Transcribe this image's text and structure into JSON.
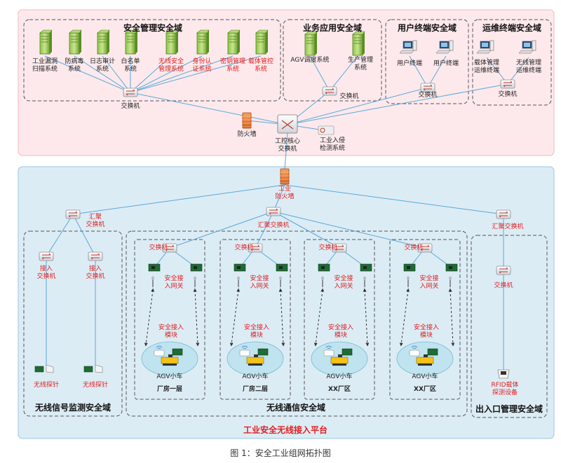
{
  "colors": {
    "top_zone_fill": "#fde9ec",
    "bottom_zone_fill": "#dcecf5",
    "red_text": "#e02020",
    "line": "#5aa8d8"
  },
  "top": {
    "domain1": {
      "title": "安全管理安全域",
      "servers": [
        {
          "l1": "工业漏洞",
          "l2": "扫描系统",
          "red": false
        },
        {
          "l1": "防病毒",
          "l2": "系统",
          "red": false
        },
        {
          "l1": "日志审计",
          "l2": "系统",
          "red": false
        },
        {
          "l1": "白名单",
          "l2": "系统",
          "red": false
        },
        {
          "l1": "无线安全",
          "l2": "管理系统",
          "red": true
        },
        {
          "l1": "身份认",
          "l2": "证系统",
          "red": true
        },
        {
          "l1": "密钥管理",
          "l2": "系统",
          "red": true
        },
        {
          "l1": "载体管控",
          "l2": "系统",
          "red": true
        }
      ],
      "switch_label": "交换机"
    },
    "domain2": {
      "title": "业务应用安全域",
      "servers": [
        {
          "l1": "AGV调度系统",
          "l2": ""
        },
        {
          "l1": "生产管理",
          "l2": "系统"
        }
      ],
      "switch_label": "交换机"
    },
    "domain3": {
      "title": "用户终端安全域",
      "terminals": [
        "用户终端",
        "用户终端"
      ],
      "switch_label": "交换机"
    },
    "domain4": {
      "title": "运维终端安全域",
      "terminals": [
        {
          "l1": "载体管理",
          "l2": "运维终端"
        },
        {
          "l1": "无线管理",
          "l2": "运维终端"
        }
      ],
      "switch_label": "交换机"
    },
    "firewall_label": "防火墙",
    "core_switch": {
      "l1": "工控核心",
      "l2": "交换机"
    },
    "ids": {
      "l1": "工业入侵",
      "l2": "检测系统"
    }
  },
  "bottom": {
    "industrial_firewall": {
      "l1": "工业",
      "l2": "防火墙"
    },
    "agg_switch_label": "汇聚交换机",
    "agg_left": {
      "l1": "汇聚",
      "l2": "交换机"
    },
    "agg_right_label": "汇聚交换机",
    "access_switch": {
      "l1": "接入",
      "l2": "交换机"
    },
    "probe_label": "无线探针",
    "monitor_domain": "无线信号监测安全域",
    "comm_domain": "无线通信安全域",
    "entrance_domain": "出入口管理安全域",
    "switch_label": "交换机",
    "gateway": {
      "l1": "安全接",
      "l2": "入网关"
    },
    "module": {
      "l1": "安全接入",
      "l2": "模块"
    },
    "agv_label": "AGV小车",
    "areas": [
      "厂房一层",
      "厂房二层",
      "XX厂区",
      "XX厂区"
    ],
    "entrance_switch_label": "交换机",
    "rfid": {
      "l1": "RFID载体",
      "l2": "探测设备"
    },
    "platform_title": "工业安全无线接入平台"
  },
  "caption": "图 1：安全工业组网拓扑图"
}
